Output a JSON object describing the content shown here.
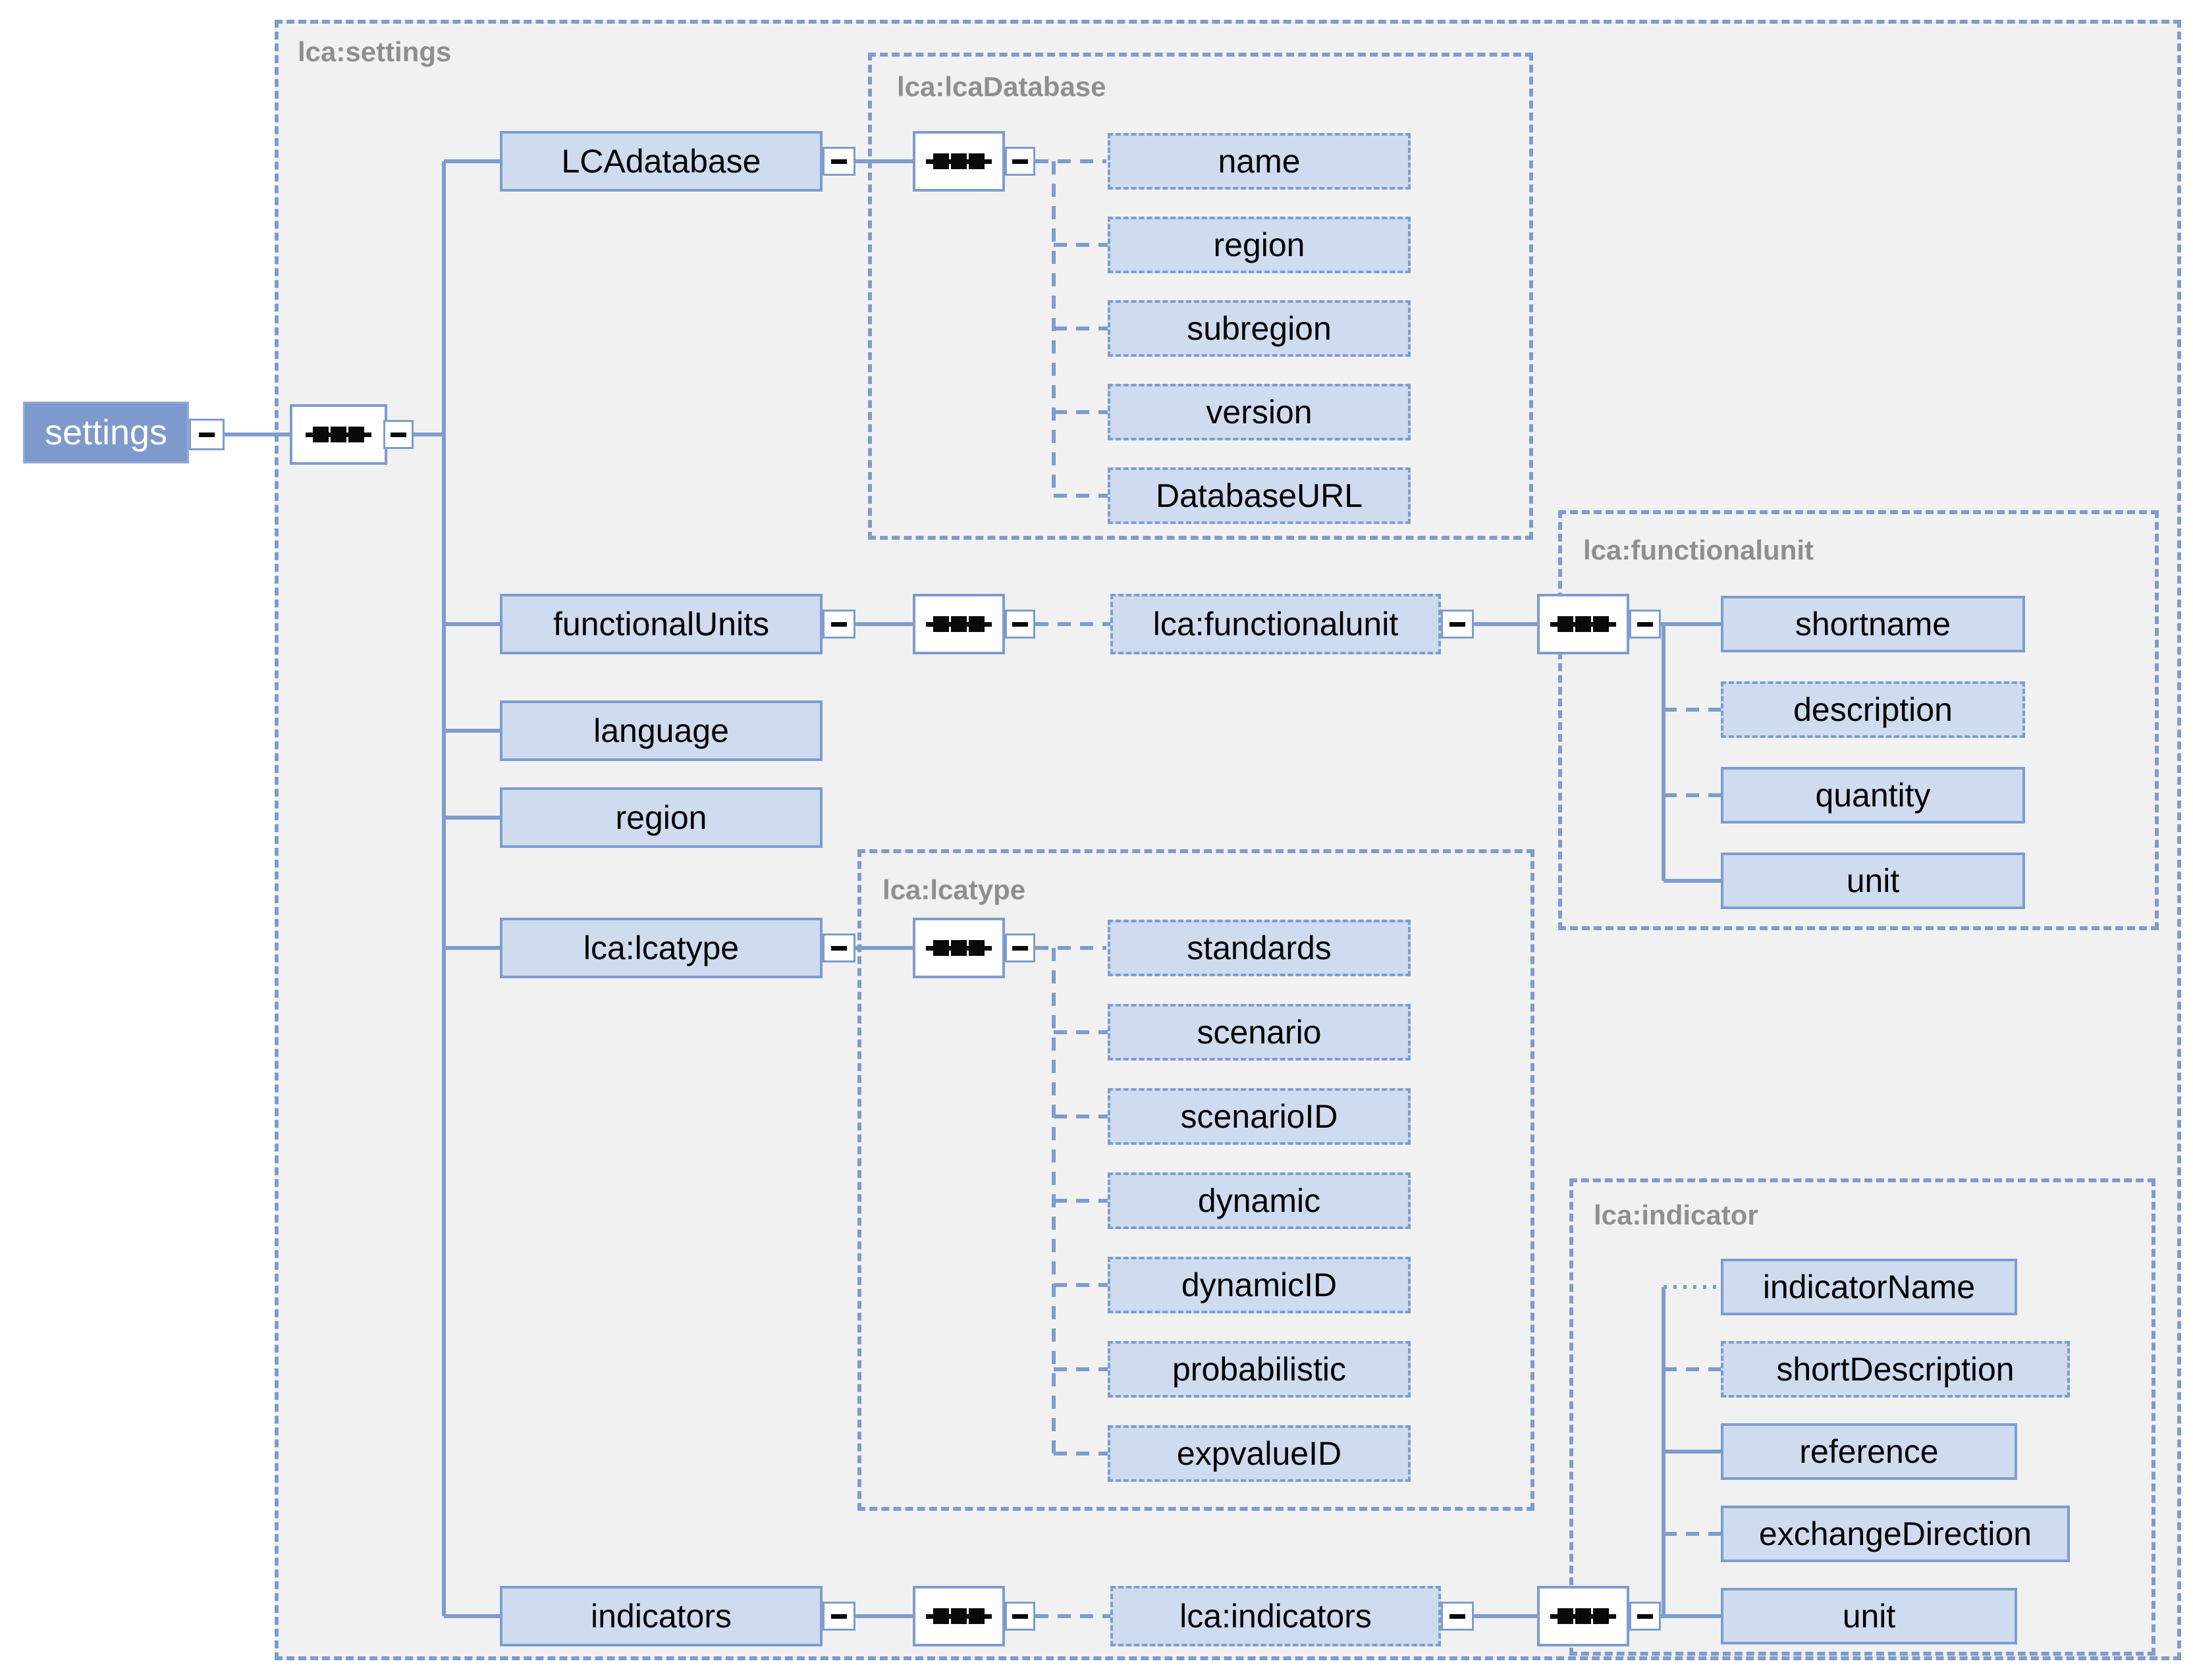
{
  "root": {
    "label": "settings"
  },
  "groups": {
    "settings": {
      "label": "lca:settings"
    },
    "lcaDatabase": {
      "label": "lca:lcaDatabase"
    },
    "functionalunit": {
      "label": "lca:functionalunit"
    },
    "lcatype": {
      "label": "lca:lcatype"
    },
    "indicator": {
      "label": "lca:indicator"
    }
  },
  "elements": {
    "LCAdatabase": {
      "label": "LCAdatabase"
    },
    "functionalUnits": {
      "label": "functionalUnits"
    },
    "language": {
      "label": "language"
    },
    "region": {
      "label": "region"
    },
    "lcatype": {
      "label": "lca:lcatype"
    },
    "indicators": {
      "label": "indicators"
    },
    "functionalunitRef": {
      "label": "lca:functionalunit"
    },
    "indicatorsRef": {
      "label": "lca:indicators"
    }
  },
  "children": {
    "lcaDatabase": [
      "name",
      "region",
      "subregion",
      "version",
      "DatabaseURL"
    ],
    "functionalunit": [
      "shortname",
      "description",
      "quantity",
      "unit"
    ],
    "lcatype": [
      "standards",
      "scenario",
      "scenarioID",
      "dynamic",
      "dynamicID",
      "probabilistic",
      "expvalueID"
    ],
    "indicator": [
      "indicatorName",
      "shortDescription",
      "reference",
      "exchangeDirection",
      "unit"
    ]
  },
  "icons": {
    "collapse_glyph": "minus",
    "compositor_glyph": "sequence"
  },
  "colors": {
    "node_fill": "#cfdbef",
    "node_border": "#7e9cce",
    "root_fill": "#7e99cc",
    "wire_blue": "#7e9cce",
    "container_bg": "#f1f1f2",
    "group_label_gray": "#8f8f8f",
    "glyph_black": "#0a0a0a"
  }
}
